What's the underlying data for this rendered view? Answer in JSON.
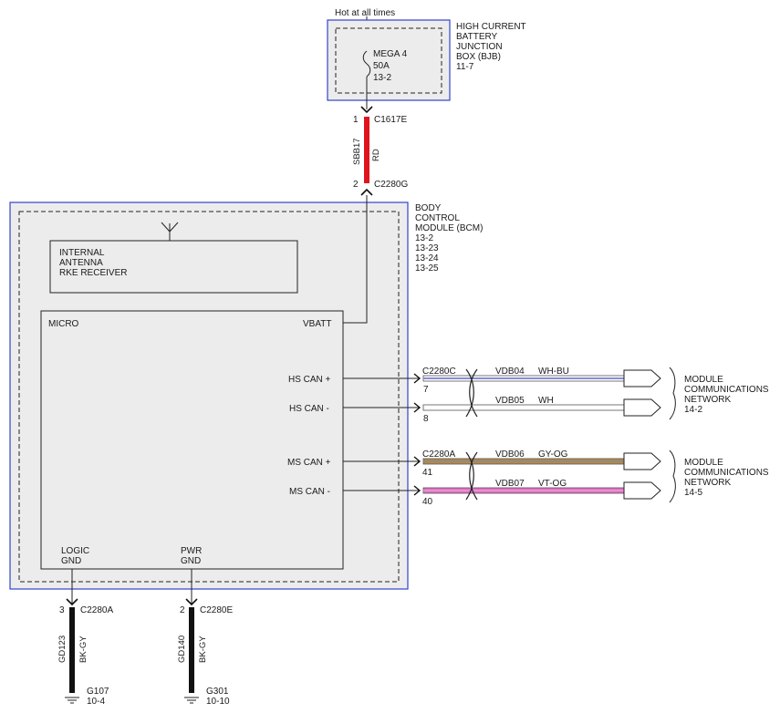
{
  "top": {
    "hot_label": "Hot at all times",
    "bjb": {
      "fuse_name": "MEGA 4",
      "fuse_rating": "50A",
      "fuse_ref": "13-2",
      "title_lines": [
        "HIGH CURRENT",
        "BATTERY",
        "JUNCTION",
        "BOX (BJB)",
        "11-7"
      ]
    },
    "feed": {
      "pin_top": "1",
      "connector_top": "C1617E",
      "circuit": "SBB17",
      "color": "RD",
      "pin_bottom": "2",
      "connector_bottom": "C2280G"
    }
  },
  "bcm": {
    "title_lines": [
      "BODY",
      "CONTROL",
      "MODULE (BCM)",
      "13-2",
      "13-23",
      "13-24",
      "13-25"
    ],
    "antenna_lines": [
      "INTERNAL",
      "ANTENNA",
      "RKE RECEIVER"
    ],
    "micro_label": "MICRO",
    "vbatt_label": "VBATT",
    "logic_gnd_lines": [
      "LOGIC",
      "GND"
    ],
    "pwr_gnd_lines": [
      "PWR",
      "GND"
    ]
  },
  "can_lines": [
    {
      "label": "HS CAN +",
      "connector": "C2280C",
      "pin": "7",
      "circuit": "VDB04",
      "color": "WH-BU"
    },
    {
      "label": "HS CAN -",
      "connector": "",
      "pin": "8",
      "circuit": "VDB05",
      "color": "WH"
    },
    {
      "label": "MS CAN +",
      "connector": "C2280A",
      "pin": "41",
      "circuit": "VDB06",
      "color": "GY-OG"
    },
    {
      "label": "MS CAN -",
      "connector": "",
      "pin": "40",
      "circuit": "VDB07",
      "color": "VT-OG"
    }
  ],
  "networks": [
    {
      "lines": [
        "MODULE",
        "COMMUNICATIONS",
        "NETWORK",
        "14-2"
      ]
    },
    {
      "lines": [
        "MODULE",
        "COMMUNICATIONS",
        "NETWORK",
        "14-5"
      ]
    }
  ],
  "grounds": [
    {
      "pin": "3",
      "connector": "C2280A",
      "circuit": "GD123",
      "color": "BK-GY",
      "ground_id": "G107",
      "ref": "10-4"
    },
    {
      "pin": "2",
      "connector": "C2280E",
      "circuit": "GD140",
      "color": "BK-GY",
      "ground_id": "G301",
      "ref": "10-10"
    }
  ],
  "wire_colors": {
    "feed_red": "#e0141e",
    "wh_bu": "#8a8ad8",
    "wh": "#ffffff",
    "gy_og": "#b58a4a",
    "vt_og": "#e070c4",
    "ground_black": "#111111",
    "module_border": "#3344cc",
    "module_fill": "#ececec"
  }
}
